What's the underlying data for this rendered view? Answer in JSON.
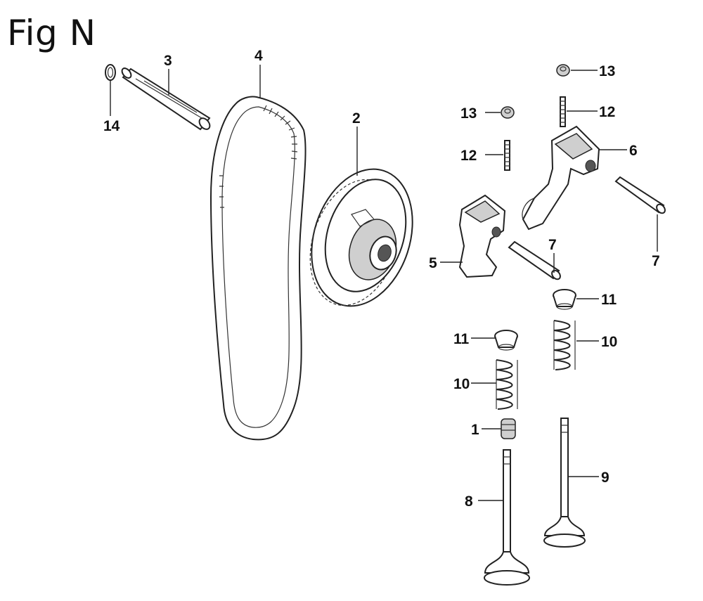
{
  "figure": {
    "title": "Fig N"
  },
  "callouts": {
    "p1": "1",
    "p2": "2",
    "p3": "3",
    "p4": "4",
    "p5": "5",
    "p6": "6",
    "p7a": "7",
    "p7b": "7",
    "p8": "8",
    "p9": "9",
    "p10a": "10",
    "p10b": "10",
    "p11a": "11",
    "p11b": "11",
    "p12a": "12",
    "p12b": "12",
    "p13a": "13",
    "p13b": "13",
    "p14": "14"
  }
}
